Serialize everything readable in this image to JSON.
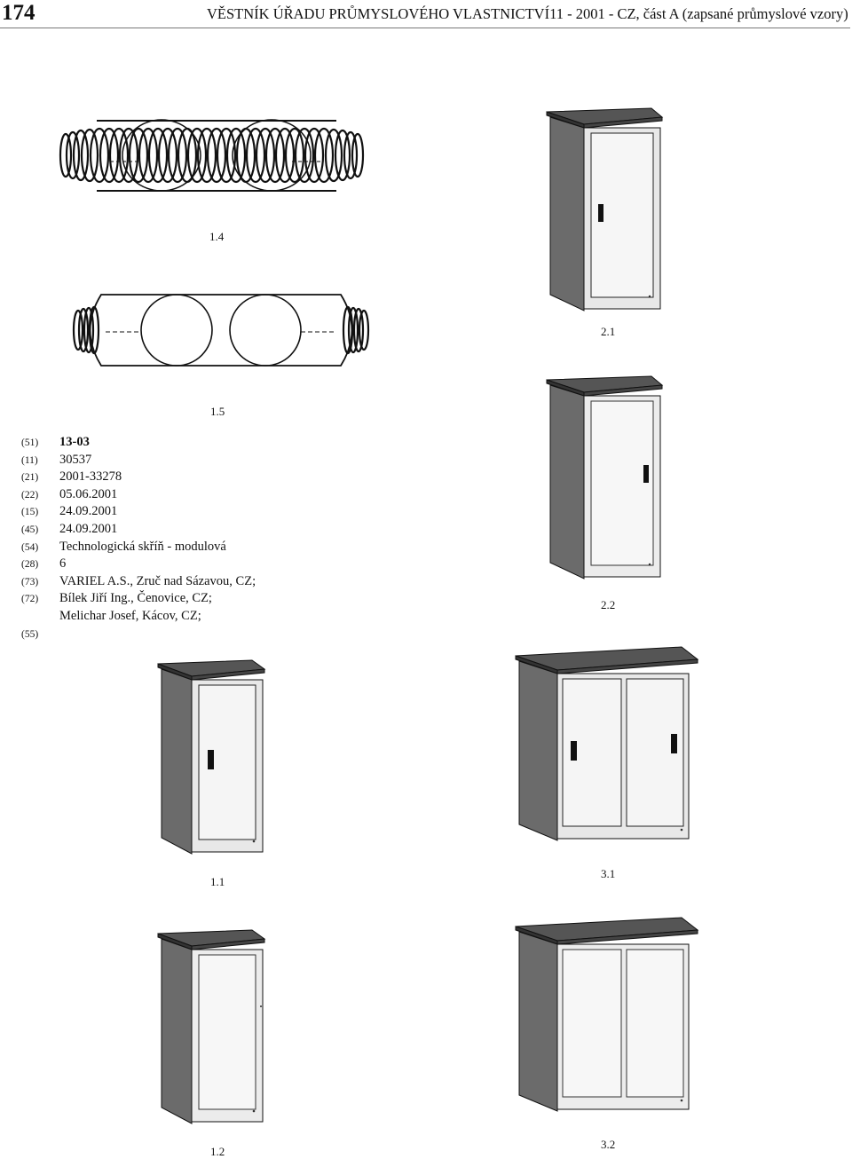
{
  "header": {
    "page_number": "174",
    "title": "VĚSTNÍK ÚŘADU PRŮMYSLOVÉHO VLASTNICTVÍ11 - 2001 - CZ, část A (zapsané průmyslové vzory)"
  },
  "biblio": [
    {
      "code": "(51)",
      "value": "13-03",
      "bold": true
    },
    {
      "code": "(11)",
      "value": "30537"
    },
    {
      "code": "(21)",
      "value": "2001-33278"
    },
    {
      "code": "(22)",
      "value": "05.06.2001"
    },
    {
      "code": "(15)",
      "value": "24.09.2001"
    },
    {
      "code": "(45)",
      "value": "24.09.2001"
    },
    {
      "code": "(54)",
      "value": "Technologická skříň - modulová"
    },
    {
      "code": "(28)",
      "value": "6"
    },
    {
      "code": "(73)",
      "value": "VARIEL A.S., Zruč nad Sázavou, CZ;"
    },
    {
      "code": "(72)",
      "value": "Bílek Jiří Ing., Čenovice, CZ;"
    },
    {
      "code": "",
      "value": "Melichar Josef, Kácov, CZ;"
    },
    {
      "code": "(55)",
      "value": ""
    }
  ],
  "figures": {
    "f14": "1.4",
    "f15": "1.5",
    "f21": "2.1",
    "f22": "2.2",
    "f11": "1.1",
    "f31": "3.1",
    "f12": "1.2",
    "f32": "3.2"
  }
}
